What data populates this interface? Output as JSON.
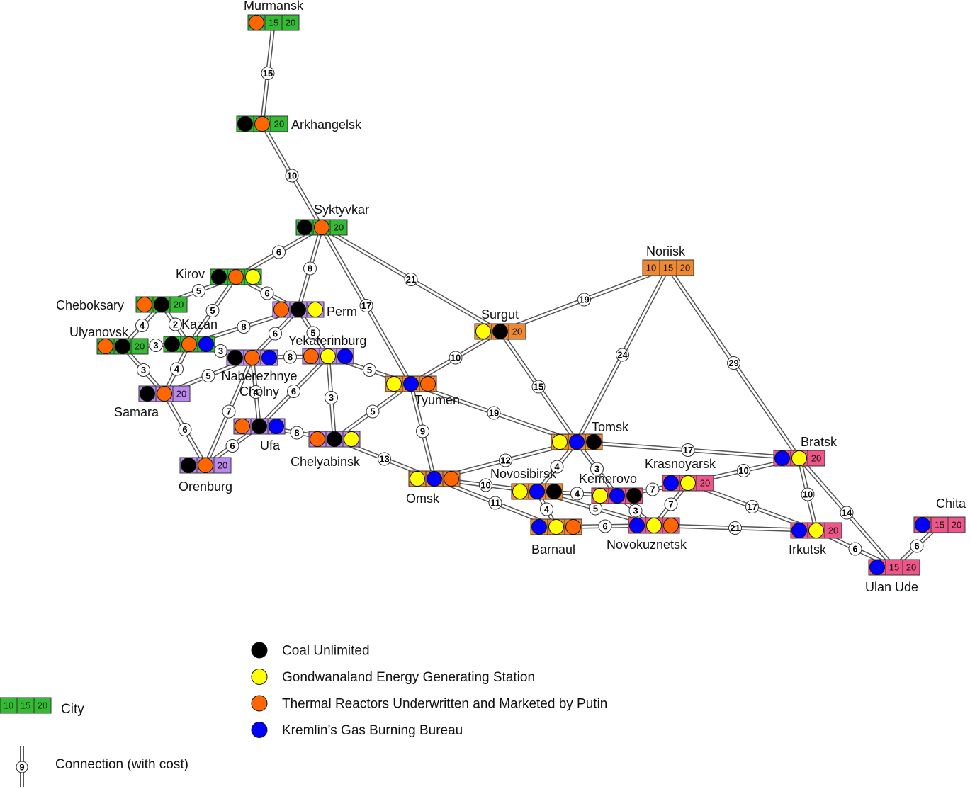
{
  "colors": {
    "region_green": "#33bb33",
    "region_purple": "#bb88ee",
    "region_orange": "#ee8833",
    "region_pink": "#ee5588",
    "coal_unlimited": "#000000",
    "gondwanaland": "#ffff00",
    "thermal_reactors": "#ff6600",
    "kremlin_gas": "#0000ff"
  },
  "cities": {
    "murmansk": {
      "name": "Murmansk",
      "region": "region_green",
      "slots": [
        "thermal_reactors",
        "15",
        "20"
      ]
    },
    "arkhangelsk": {
      "name": "Arkhangelsk",
      "region": "region_green",
      "slots": [
        "coal_unlimited",
        "thermal_reactors",
        "20"
      ]
    },
    "syktyvkar": {
      "name": "Syktyvkar",
      "region": "region_green",
      "slots": [
        "coal_unlimited",
        "thermal_reactors",
        "20"
      ]
    },
    "kirov": {
      "name": "Kirov",
      "region": "region_green",
      "slots": [
        "coal_unlimited",
        "thermal_reactors",
        "gondwanaland"
      ]
    },
    "cheboksary": {
      "name": "Cheboksary",
      "region": "region_green",
      "slots": [
        "thermal_reactors",
        "coal_unlimited",
        "20"
      ]
    },
    "ulyanovsk": {
      "name": "Ulyanovsk",
      "region": "region_green",
      "slots": [
        "thermal_reactors",
        "coal_unlimited",
        "20"
      ]
    },
    "kazan": {
      "name": "Kazan",
      "region": "region_green",
      "slots": [
        "coal_unlimited",
        "thermal_reactors",
        "kremlin_gas"
      ]
    },
    "perm": {
      "name": "Perm",
      "region": "region_purple",
      "slots": [
        "thermal_reactors",
        "coal_unlimited",
        "gondwanaland"
      ]
    },
    "naberezhnye": {
      "name": "Naberezhnye Chelny",
      "name1": "Naberezhnye",
      "name2": "Chelny",
      "region": "region_purple",
      "slots": [
        "coal_unlimited",
        "thermal_reactors",
        "kremlin_gas"
      ]
    },
    "yekaterinburg": {
      "name": "Yekaterinburg",
      "region": "region_purple",
      "slots": [
        "thermal_reactors",
        "gondwanaland",
        "kremlin_gas"
      ]
    },
    "samara": {
      "name": "Samara",
      "region": "region_purple",
      "slots": [
        "coal_unlimited",
        "thermal_reactors",
        "20"
      ]
    },
    "ufa": {
      "name": "Ufa",
      "region": "region_purple",
      "slots": [
        "thermal_reactors",
        "coal_unlimited",
        "kremlin_gas"
      ]
    },
    "chelyabinsk": {
      "name": "Chelyabinsk",
      "region": "region_purple",
      "slots": [
        "thermal_reactors",
        "coal_unlimited",
        "gondwanaland"
      ]
    },
    "orenburg": {
      "name": "Orenburg",
      "region": "region_purple",
      "slots": [
        "coal_unlimited",
        "thermal_reactors",
        "20"
      ]
    },
    "tyumen": {
      "name": "Tyumen",
      "region": "region_orange",
      "slots": [
        "gondwanaland",
        "kremlin_gas",
        "thermal_reactors"
      ]
    },
    "surgut": {
      "name": "Surgut",
      "region": "region_orange",
      "slots": [
        "gondwanaland",
        "coal_unlimited",
        "20"
      ]
    },
    "noriisk": {
      "name": "Noriisk",
      "region": "region_orange",
      "slots": [
        "10",
        "15",
        "20"
      ]
    },
    "omsk": {
      "name": "Omsk",
      "region": "region_orange",
      "slots": [
        "gondwanaland",
        "kremlin_gas",
        "thermal_reactors"
      ]
    },
    "tomsk": {
      "name": "Tomsk",
      "region": "region_orange",
      "slots": [
        "gondwanaland",
        "kremlin_gas",
        "coal_unlimited"
      ]
    },
    "novosibirsk": {
      "name": "Novosibirsk",
      "region": "region_orange",
      "slots": [
        "gondwanaland",
        "kremlin_gas",
        "coal_unlimited"
      ]
    },
    "barnaul": {
      "name": "Barnaul",
      "region": "region_orange",
      "slots": [
        "kremlin_gas",
        "gondwanaland",
        "thermal_reactors"
      ]
    },
    "kemerovo": {
      "name": "Kemerovo",
      "region": "region_pink",
      "slots": [
        "gondwanaland",
        "kremlin_gas",
        "coal_unlimited"
      ]
    },
    "novokuznetsk": {
      "name": "Novokuznetsk",
      "region": "region_pink",
      "slots": [
        "kremlin_gas",
        "gondwanaland",
        "thermal_reactors"
      ]
    },
    "krasnoyarsk": {
      "name": "Krasnoyarsk",
      "region": "region_pink",
      "slots": [
        "kremlin_gas",
        "gondwanaland",
        "20"
      ]
    },
    "bratsk": {
      "name": "Bratsk",
      "region": "region_pink",
      "slots": [
        "kremlin_gas",
        "gondwanaland",
        "20"
      ]
    },
    "irkutsk": {
      "name": "Irkutsk",
      "region": "region_pink",
      "slots": [
        "kremlin_gas",
        "gondwanaland",
        "20"
      ]
    },
    "ulan_ude": {
      "name": "Ulan Ude",
      "region": "region_pink",
      "slots": [
        "kremlin_gas",
        "15",
        "20"
      ]
    },
    "chita": {
      "name": "Chita",
      "region": "region_pink",
      "slots": [
        "kremlin_gas",
        "15",
        "20"
      ]
    }
  },
  "connections": [
    {
      "from": "murmansk",
      "to": "arkhangelsk",
      "cost": "15"
    },
    {
      "from": "arkhangelsk",
      "to": "syktyvkar",
      "cost": "10"
    },
    {
      "from": "syktyvkar",
      "to": "kirov",
      "cost": "6"
    },
    {
      "from": "syktyvkar",
      "to": "perm",
      "cost": "8"
    },
    {
      "from": "syktyvkar",
      "to": "tyumen",
      "cost": "17"
    },
    {
      "from": "syktyvkar",
      "to": "surgut",
      "cost": "21"
    },
    {
      "from": "kirov",
      "to": "cheboksary",
      "cost": "5"
    },
    {
      "from": "kirov",
      "to": "kazan",
      "cost": "5"
    },
    {
      "from": "kirov",
      "to": "perm",
      "cost": "6"
    },
    {
      "from": "cheboksary",
      "to": "ulyanovsk",
      "cost": "4"
    },
    {
      "from": "cheboksary",
      "to": "kazan",
      "cost": "2"
    },
    {
      "from": "ulyanovsk",
      "to": "kazan",
      "cost": "3"
    },
    {
      "from": "ulyanovsk",
      "to": "samara",
      "cost": "3"
    },
    {
      "from": "kazan",
      "to": "samara",
      "cost": "4"
    },
    {
      "from": "kazan",
      "to": "perm",
      "cost": "8"
    },
    {
      "from": "kazan",
      "to": "naberezhnye",
      "cost": "3"
    },
    {
      "from": "perm",
      "to": "naberezhnye",
      "cost": "6"
    },
    {
      "from": "perm",
      "to": "yekaterinburg",
      "cost": "5"
    },
    {
      "from": "naberezhnye",
      "to": "yekaterinburg",
      "cost": "8"
    },
    {
      "from": "naberezhnye",
      "to": "samara",
      "cost": "5"
    },
    {
      "from": "naberezhnye",
      "to": "ufa",
      "cost": "4"
    },
    {
      "from": "naberezhnye",
      "to": "orenburg",
      "cost": "7"
    },
    {
      "from": "yekaterinburg",
      "to": "ufa",
      "cost": "6"
    },
    {
      "from": "yekaterinburg",
      "to": "chelyabinsk",
      "cost": "3"
    },
    {
      "from": "yekaterinburg",
      "to": "tyumen",
      "cost": "5"
    },
    {
      "from": "samara",
      "to": "orenburg",
      "cost": "6"
    },
    {
      "from": "ufa",
      "to": "orenburg",
      "cost": "6"
    },
    {
      "from": "ufa",
      "to": "chelyabinsk",
      "cost": "8"
    },
    {
      "from": "chelyabinsk",
      "to": "tyumen",
      "cost": "5"
    },
    {
      "from": "chelyabinsk",
      "to": "omsk",
      "cost": "13"
    },
    {
      "from": "tyumen",
      "to": "surgut",
      "cost": "10"
    },
    {
      "from": "tyumen",
      "to": "omsk",
      "cost": "9"
    },
    {
      "from": "tyumen",
      "to": "tomsk",
      "cost": "19"
    },
    {
      "from": "surgut",
      "to": "noriisk",
      "cost": "19"
    },
    {
      "from": "surgut",
      "to": "tomsk",
      "cost": "15"
    },
    {
      "from": "noriisk",
      "to": "tomsk",
      "cost": "24"
    },
    {
      "from": "noriisk",
      "to": "bratsk",
      "cost": "29"
    },
    {
      "from": "omsk",
      "to": "tomsk",
      "cost": "12"
    },
    {
      "from": "omsk",
      "to": "novosibirsk",
      "cost": "10"
    },
    {
      "from": "omsk",
      "to": "barnaul",
      "cost": "11"
    },
    {
      "from": "tomsk",
      "to": "novosibirsk",
      "cost": "4"
    },
    {
      "from": "tomsk",
      "to": "kemerovo",
      "cost": "3"
    },
    {
      "from": "tomsk",
      "to": "bratsk",
      "cost": "17"
    },
    {
      "from": "novosibirsk",
      "to": "kemerovo",
      "cost": "4"
    },
    {
      "from": "novosibirsk",
      "to": "barnaul",
      "cost": "4"
    },
    {
      "from": "novosibirsk",
      "to": "novokuznetsk",
      "cost": "5"
    },
    {
      "from": "barnaul",
      "to": "novokuznetsk",
      "cost": "6"
    },
    {
      "from": "kemerovo",
      "to": "krasnoyarsk",
      "cost": "7"
    },
    {
      "from": "kemerovo",
      "to": "novokuznetsk",
      "cost": "3"
    },
    {
      "from": "novokuznetsk",
      "to": "krasnoyarsk",
      "cost": "7"
    },
    {
      "from": "novokuznetsk",
      "to": "irkutsk",
      "cost": "21"
    },
    {
      "from": "krasnoyarsk",
      "to": "bratsk",
      "cost": "10"
    },
    {
      "from": "krasnoyarsk",
      "to": "irkutsk",
      "cost": "17"
    },
    {
      "from": "bratsk",
      "to": "irkutsk",
      "cost": "10"
    },
    {
      "from": "bratsk",
      "to": "ulan_ude",
      "cost": "14"
    },
    {
      "from": "irkutsk",
      "to": "ulan_ude",
      "cost": "6"
    },
    {
      "from": "ulan_ude",
      "to": "chita",
      "cost": "6"
    }
  ],
  "legend": {
    "companies": [
      {
        "key": "coal_unlimited",
        "label": "Coal Unlimited"
      },
      {
        "key": "gondwanaland",
        "label": "Gondwanaland Energy Generating Station"
      },
      {
        "key": "thermal_reactors",
        "label": "Thermal Reactors Underwritten and Marketed by Putin"
      },
      {
        "key": "kremlin_gas",
        "label": "Kremlin’s Gas Burning Bureau"
      }
    ],
    "city_label": "City",
    "city_slots": [
      "10",
      "15",
      "20"
    ],
    "connection_label": "Connection (with cost)",
    "connection_cost": "9"
  }
}
